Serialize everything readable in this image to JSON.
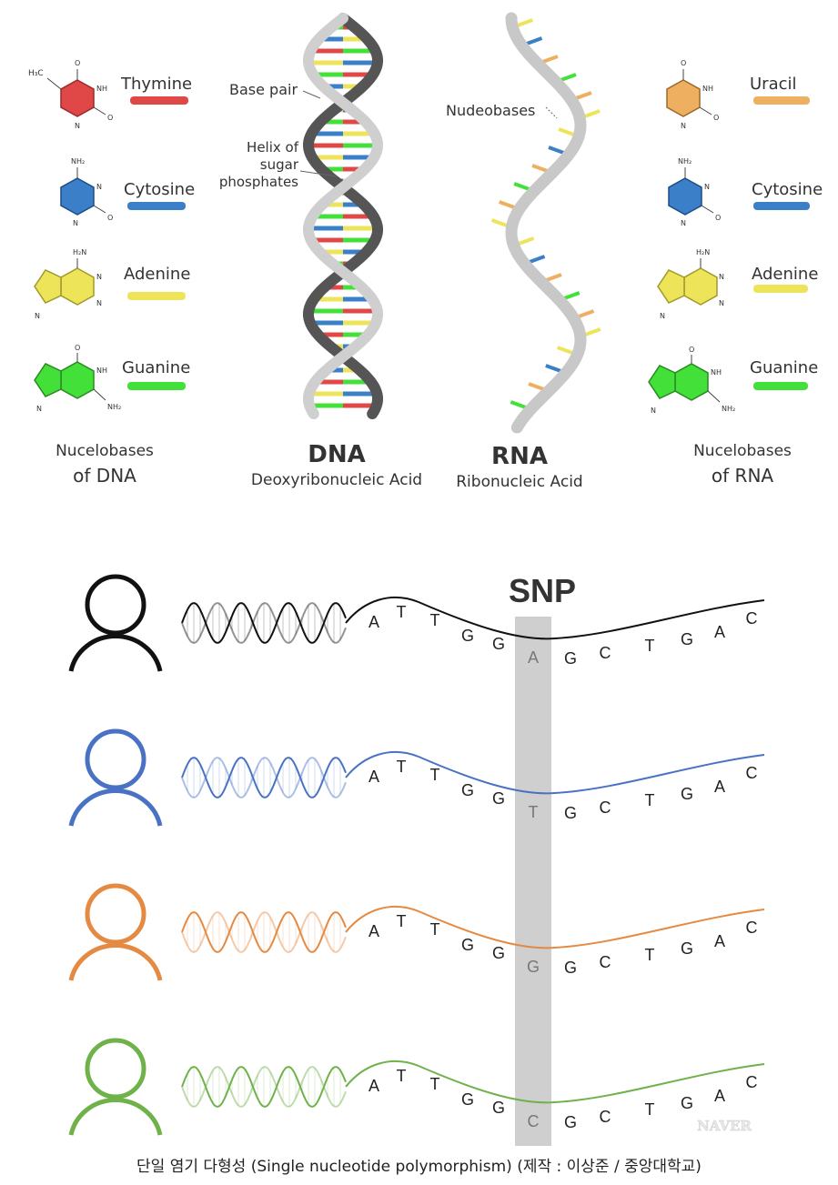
{
  "dna_bases": [
    {
      "name": "Thymine",
      "color": "#e04848"
    },
    {
      "name": "Cytosine",
      "color": "#3a7fc8"
    },
    {
      "name": "Adenine",
      "color": "#eee45a"
    },
    {
      "name": "Guanine",
      "color": "#44e03a"
    }
  ],
  "rna_bases": [
    {
      "name": "Uracil",
      "color": "#eeb060"
    },
    {
      "name": "Cytosine",
      "color": "#3a7fc8"
    },
    {
      "name": "Adenine",
      "color": "#eee45a"
    },
    {
      "name": "Guanine",
      "color": "#44e03a"
    }
  ],
  "dna_label": {
    "title": "DNA",
    "subtitle": "Deoxyribonucleic Acid"
  },
  "rna_label": {
    "title": "RNA",
    "subtitle": "Ribonucleic Acid"
  },
  "left_caption": {
    "line1": "Nucelobases",
    "line2": "of DNA"
  },
  "right_caption": {
    "line1": "Nucelobases",
    "line2": "of RNA"
  },
  "annotations": {
    "base_pair": "Base pair",
    "helix_1": "Helix of",
    "helix_2": "sugar",
    "helix_3": "phosphates",
    "nucleobases": "Nudeobases"
  },
  "snp": {
    "title": "SNP",
    "sequence": [
      "A",
      "T",
      "T",
      "G",
      "G",
      "_",
      "G",
      "C",
      "T",
      "G",
      "A",
      "C"
    ],
    "people": [
      {
        "color": "#111111",
        "variant": "A"
      },
      {
        "color": "#4a72c4",
        "variant": "T"
      },
      {
        "color": "#e58a42",
        "variant": "G"
      },
      {
        "color": "#6fb24a",
        "variant": "C"
      }
    ]
  },
  "watermark": "NAVER",
  "caption": "단일 염기 다형성 (Single nucleotide polymorphism) (제작 : 이상준 / 중앙대학교)"
}
